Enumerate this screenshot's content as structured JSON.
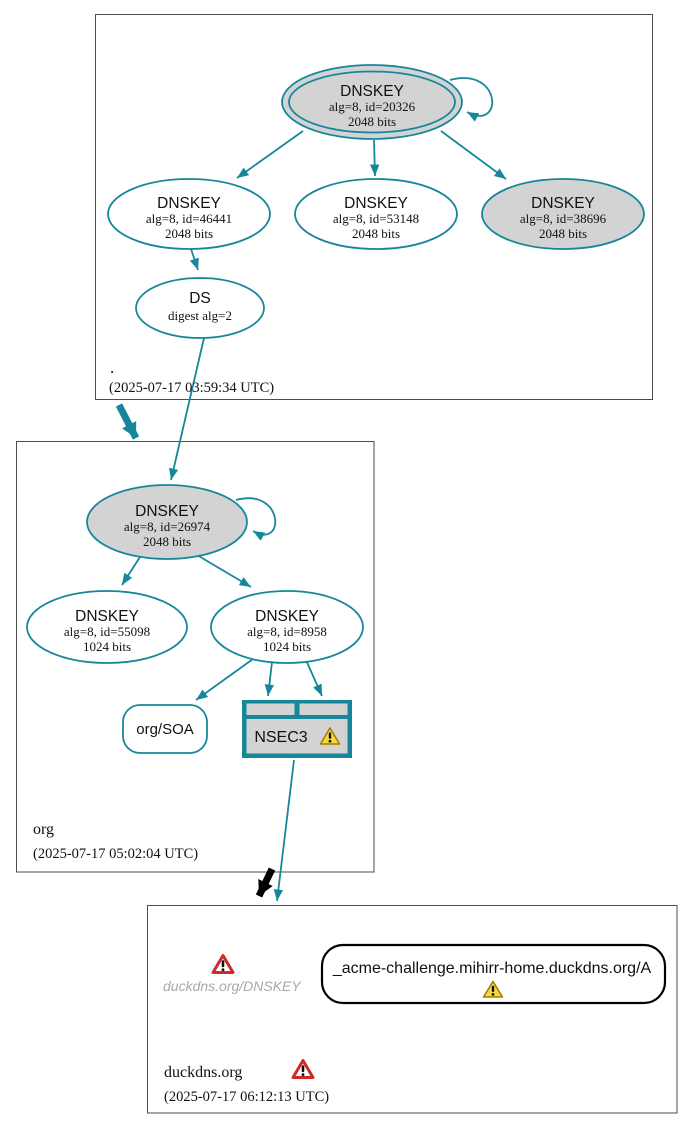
{
  "colors": {
    "secure": "#16879a",
    "insecure": "#000000",
    "node_fill": "#d3d3d3",
    "box_border": "#4d4d4d",
    "warning": "#f9d83d",
    "error": "#d02b27",
    "muted_text": "#a9a9a9"
  },
  "zones": {
    "root": {
      "label": ".",
      "timestamp": "(2025-07-17 03:59:34 UTC)",
      "ksk20326": {
        "title": "DNSKEY",
        "alg": "alg=8, id=20326",
        "bits": "2048 bits"
      },
      "key46441": {
        "title": "DNSKEY",
        "alg": "alg=8, id=46441",
        "bits": "2048 bits"
      },
      "key53148": {
        "title": "DNSKEY",
        "alg": "alg=8, id=53148",
        "bits": "2048 bits"
      },
      "key38696": {
        "title": "DNSKEY",
        "alg": "alg=8, id=38696",
        "bits": "2048 bits"
      },
      "ds": {
        "title": "DS",
        "digest": "digest alg=2"
      }
    },
    "org": {
      "label": "org",
      "timestamp": "(2025-07-17 05:02:04 UTC)",
      "ksk26974": {
        "title": "DNSKEY",
        "alg": "alg=8, id=26974",
        "bits": "2048 bits"
      },
      "key55098": {
        "title": "DNSKEY",
        "alg": "alg=8, id=55098",
        "bits": "1024 bits"
      },
      "key8958": {
        "title": "DNSKEY",
        "alg": "alg=8, id=8958",
        "bits": "1024 bits"
      },
      "soa": {
        "label": "org/SOA"
      },
      "nsec3": {
        "label": "NSEC3"
      }
    },
    "duckdns": {
      "label": "duckdns.org",
      "timestamp": "(2025-07-17 06:12:13 UTC)",
      "missing_dnskey": "duckdns.org/DNSKEY",
      "acme": {
        "label": "_acme-challenge.mihirr-home.duckdns.org/A"
      }
    }
  }
}
